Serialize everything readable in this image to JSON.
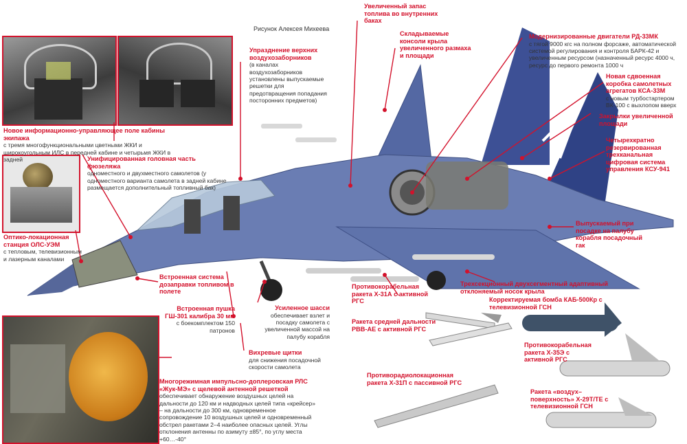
{
  "credit": "Рисунок Алексея Михеева",
  "callouts": {
    "cockpit": {
      "title": "Новое информационно-управляющее поле кабины экипажа",
      "body": "с тремя многофункциональными цветными ЖКИ и широкоугольным ИЛС в передней кабине и четырьмя ЖКИ в задней"
    },
    "nose": {
      "title": "Унифицированная головная часть фюзеляжа",
      "body": "одноместного и двухместного самолетов (у одноместного варианта самолета в задней кабине размещается дополнительный топливный бак)"
    },
    "ols": {
      "title": "Оптико-локационная станция ОЛС-УЭМ",
      "body": "с тепловым, телевизионным и лазерным каналами"
    },
    "refuel": {
      "title": "Встроенная система дозаправки топливом в полете",
      "body": ""
    },
    "gun": {
      "title": "Встроенная пушка ГШ-301 калибра 30 мм",
      "body": "с боекомплектом 150 патронов"
    },
    "chassis": {
      "title": "Усиленное шасси",
      "body": "обеспечивает взлет и посадку самолета с увеличенной массой на палубу корабля"
    },
    "vortex": {
      "title": "Вихревые щитки",
      "body": "для снижения посадочной скорости самолета"
    },
    "radar": {
      "title": "Многорежимная импульсно-доплеровская РЛС «Жук-МЭ» с щелевой антенной решеткой",
      "body": "обеспечивает обнаружение воздушных целей на дальности до 120 км и надводных целей типа «крейсер» – на дальности до 300 км, одновременное сопровождение 10 воздушных целей и одновременный обстрел ракетами 2–4 наиболее опасных целей. Углы отклонения антенны по азимуту ±85°, по углу места +60…-40°"
    },
    "intakes": {
      "title": "Упразднение верхних воздухозаборников",
      "body": "(в каналах воздухозаборников установлены выпускаемые решетки для предотвращения попадания посторонних предметов)"
    },
    "fuel": {
      "title": "Увеличенный запас топлива во внутренних баках",
      "body": ""
    },
    "wing": {
      "title": "Складываемые консоли крыла увеличенного размаха и площади",
      "body": ""
    },
    "engines": {
      "title": "Модернизированные двигатели РД-33МК",
      "body": "с тягой 9000 кгс на полном форсаже, автоматической системой регулирования и контроля БАРК-42 и увеличенным ресурсом (назначенный ресурс 4000 ч, ресурс до первого ремонта 1000 ч"
    },
    "gearbox": {
      "title": "Новая сдвоенная коробка самолетных агрегатов КСА-33М",
      "body": "с новым турбостартером ВК-100 с выхлопом вверх"
    },
    "flaps": {
      "title": "Закрылки увеличенной площади",
      "body": ""
    },
    "fcs": {
      "title": "Четырехкратно резервированная трехканальная цифровая система управления КСУ-941",
      "body": ""
    },
    "hook": {
      "title": "Выпускаемый при посадке на палубу корабля посадочный гак",
      "body": ""
    },
    "slat": {
      "title": "Трехсекционный двухсегментный адаптивный отклоняемый носок крыла",
      "body": ""
    },
    "kh31a": {
      "title": "Противокорабельная ракета Х-31А с активной РГС",
      "body": ""
    },
    "rvv": {
      "title": "Ракета средней дальности РВВ-АЕ с активной РГС",
      "body": ""
    },
    "kab": {
      "title": "Корректируемая бомба КАБ-500Кр с телевизионной ГСН",
      "body": ""
    },
    "kh35": {
      "title": "Противокорабельная ракета Х-35Э с активной РГС",
      "body": ""
    },
    "kh31p": {
      "title": "Противорадиолокационная ракета Х-31П с пассивной РГС",
      "body": ""
    },
    "kh29": {
      "title": "Ракета «воздух–поверхность» Х-29Т/ТЕ с телевизионной ГСН",
      "body": ""
    }
  },
  "colors": {
    "accent": "#d3112b",
    "airframe": "#5b6fa6",
    "tail_blue": "#2f4285"
  }
}
